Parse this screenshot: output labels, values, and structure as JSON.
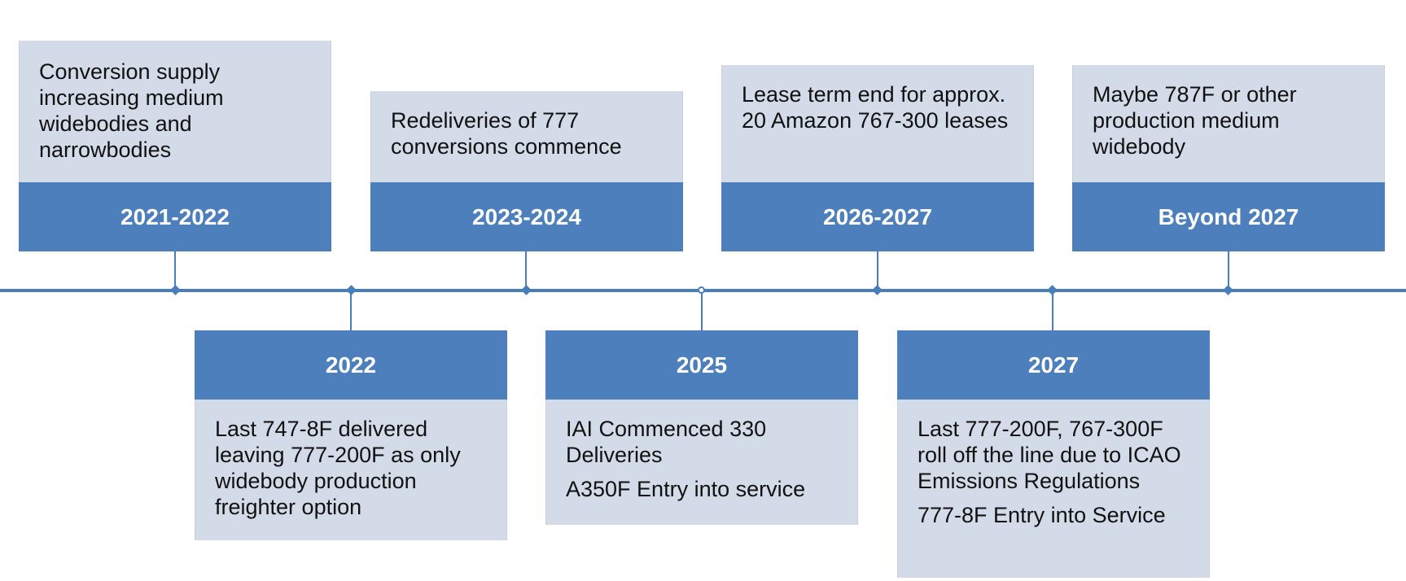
{
  "timeline": {
    "events": [
      {
        "period": "2021-2022",
        "notes": [
          "Conversion supply increasing medium widebodies and narrowbodies"
        ]
      },
      {
        "period": "2022",
        "notes": [
          "Last 747-8F delivered leaving 777-200F as only widebody production freighter option"
        ]
      },
      {
        "period": "2023-2024",
        "notes": [
          "Redeliveries of 777 conversions commence"
        ]
      },
      {
        "period": "2025",
        "notes": [
          "IAI Commenced 330 Deliveries",
          "A350F Entry into service"
        ]
      },
      {
        "period": "2026-2027",
        "notes": [
          "Lease term end for approx. 20 Amazon 767-300 leases"
        ]
      },
      {
        "period": "2027",
        "notes": [
          "Last 777-200F, 767-300F roll off the line due to ICAO Emissions Regulations",
          "777-8F Entry into Service"
        ]
      },
      {
        "period": "Beyond 2027",
        "notes": [
          "Maybe 787F or other production medium widebody"
        ]
      }
    ]
  }
}
